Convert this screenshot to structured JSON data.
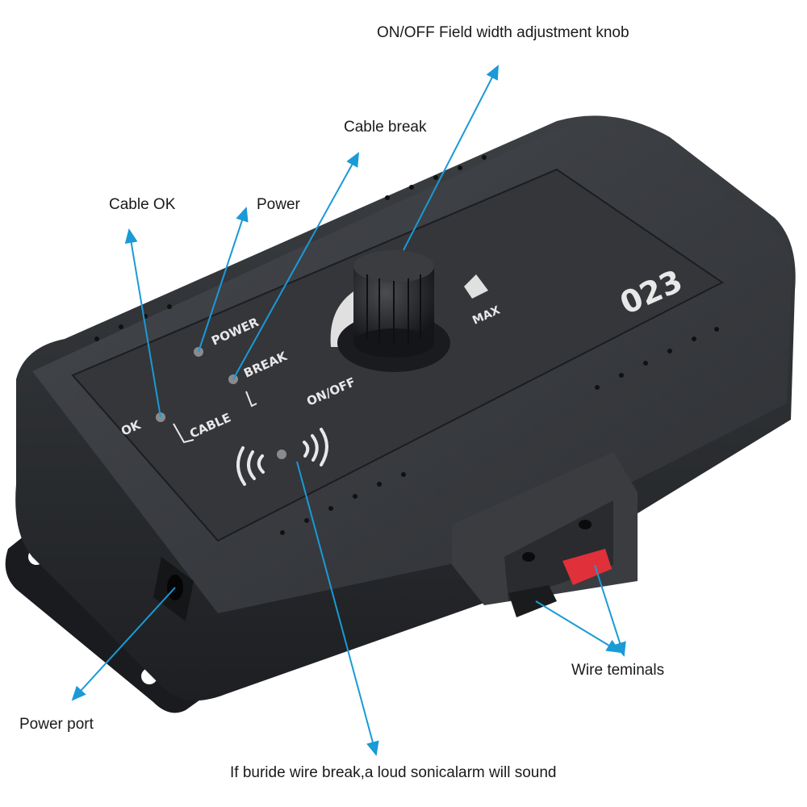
{
  "callouts": {
    "knob": "ON/OFF Field width adjustment knob",
    "cable_break": "Cable break",
    "cable_ok": "Cable OK",
    "power": "Power",
    "power_port": "Power port",
    "wire_terminals": "Wire teminals",
    "alarm": "If buride wire break,a loud sonicalarm will sound"
  },
  "panel": {
    "power_led": "POWER",
    "break_led": "BREAK",
    "ok_led": "OK",
    "cable_bracket": "CABLE",
    "on_off": "ON/OFF",
    "max": "MAX",
    "model": "023"
  },
  "colors": {
    "arrow": "#1a9ad6",
    "housing": "#2b2d30",
    "panel": "#3a3c40",
    "terminal_red": "#e0303a"
  }
}
